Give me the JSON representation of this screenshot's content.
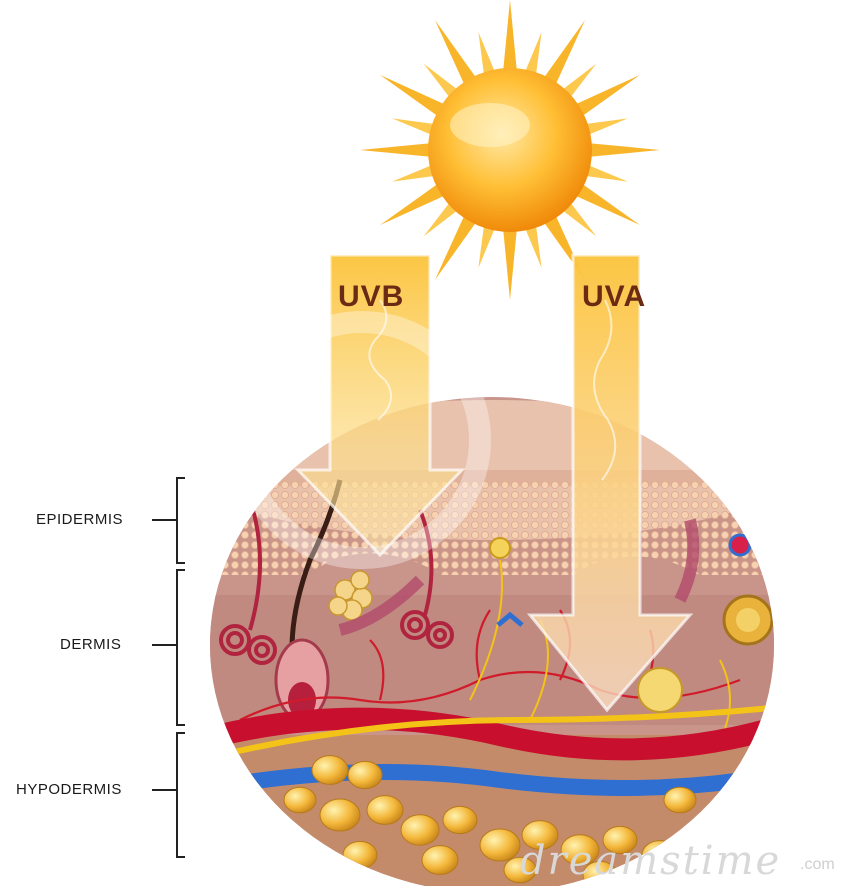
{
  "labels": {
    "uvb": "UVB",
    "uva": "UVA",
    "epidermis": "EPIDERMIS",
    "dermis": "DERMIS",
    "hypodermis": "HYPODERMIS"
  },
  "watermark": {
    "brand": "dreamstime",
    "domain": ".com"
  },
  "colors": {
    "sun": "#f7a51a",
    "ray_beam": "#fbd46b",
    "skin_base": "#c9958b",
    "epidermis": "#f0c8a8",
    "blood_vessel": "#c8102e",
    "vein": "#2e6fd1",
    "fat": "#f2b43a",
    "nerve": "#f6c300"
  }
}
